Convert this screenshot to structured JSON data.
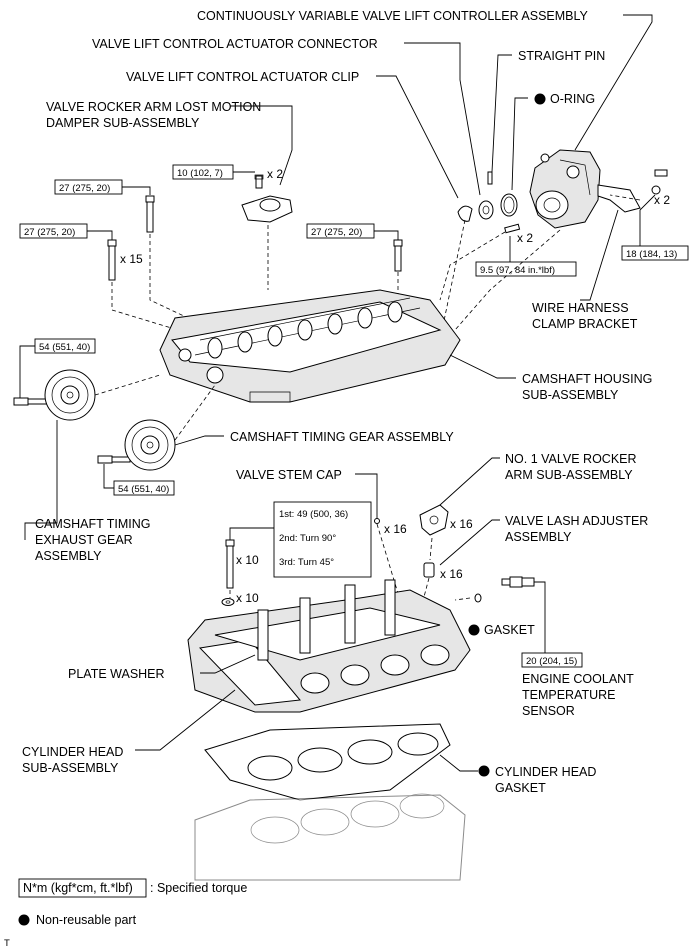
{
  "labels": {
    "cvvl_controller": "CONTINUOUSLY VARIABLE VALVE LIFT CONTROLLER ASSEMBLY",
    "actuator_connector": "VALVE LIFT CONTROL ACTUATOR CONNECTOR",
    "straight_pin": "STRAIGHT PIN",
    "actuator_clip": "VALVE LIFT CONTROL ACTUATOR CLIP",
    "o_ring": "O-RING",
    "lost_motion_line1": "VALVE ROCKER ARM LOST MOTION",
    "lost_motion_line2": "DAMPER SUB-ASSEMBLY",
    "wire_harness_line1": "WIRE HARNESS",
    "wire_harness_line2": "CLAMP BRACKET",
    "camshaft_housing_line1": "CAMSHAFT HOUSING",
    "camshaft_housing_line2": "SUB-ASSEMBLY",
    "camshaft_timing_gear": "CAMSHAFT TIMING GEAR ASSEMBLY",
    "exhaust_gear_line1": "CAMSHAFT TIMING",
    "exhaust_gear_line2": "EXHAUST GEAR",
    "exhaust_gear_line3": "ASSEMBLY",
    "valve_stem_cap": "VALVE STEM CAP",
    "rocker_arm_line1": "NO. 1 VALVE ROCKER",
    "rocker_arm_line2": "ARM SUB-ASSEMBLY",
    "lash_adjuster_line1": "VALVE LASH ADJUSTER",
    "lash_adjuster_line2": "ASSEMBLY",
    "gasket": "GASKET",
    "plate_washer": "PLATE WASHER",
    "coolant_sensor_line1": "ENGINE COOLANT",
    "coolant_sensor_line2": "TEMPERATURE",
    "coolant_sensor_line3": "SENSOR",
    "cylinder_head_line1": "CYLINDER HEAD",
    "cylinder_head_line2": "SUB-ASSEMBLY",
    "head_gasket_line1": "CYLINDER HEAD",
    "head_gasket_line2": "GASKET"
  },
  "torques": {
    "damper_bolt": "10 (102, 7)",
    "bolt_left_upper": "27 (275, 20)",
    "bolt_left_lower": "27 (275, 20)",
    "bolt_right": "27 (275, 20)",
    "controller_bolt": "18 (184, 13)",
    "stud": "9.5 (97, 84 in.*lbf)",
    "exhaust_gear": "54 (551, 40)",
    "intake_gear": "54 (551, 40)",
    "coolant_sensor": "20 (204, 15)",
    "head_bolt_step1": "1st: 49 (500, 36)",
    "head_bolt_step2": "2nd: Turn 90°",
    "head_bolt_step3": "3rd: Turn 45°"
  },
  "quantities": {
    "damper_bolts": "x 2",
    "housing_bolts": "x 15",
    "stud_bolts": "x 2",
    "controller_bolts": "x 2",
    "stem_caps": "x 16",
    "rocker_arms": "x 16",
    "lash_adjusters": "x 16",
    "head_bolts": "x 10",
    "plate_washers": "x 10"
  },
  "legend": {
    "torque_box": "N*m (kgf*cm, ft.*lbf)",
    "torque_text": ": Specified torque",
    "non_reusable": "Non-reusable part"
  },
  "corner_mark": "T",
  "icons": {
    "non_reusable_marker": "filled-circle-icon"
  }
}
